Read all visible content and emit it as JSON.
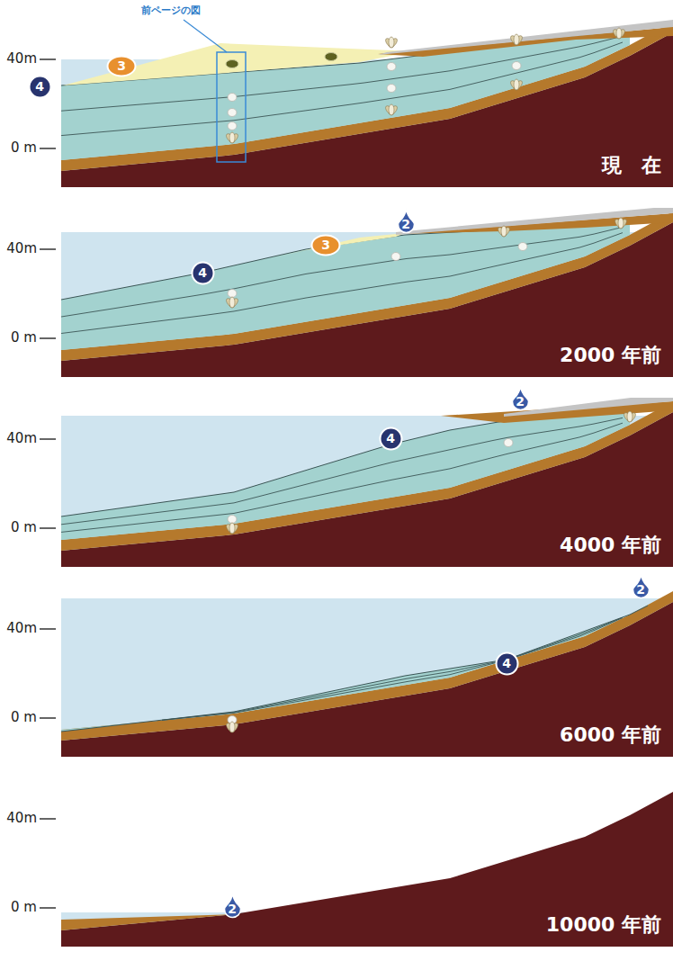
{
  "diagram": {
    "nodes": [
      {
        "text": [
          "3"
        ]
      },
      {
        "text": [
          "4"
        ]
      },
      {
        "text": [
          "2"
        ]
      },
      {
        "text": [
          "3"
        ]
      },
      {
        "text": [
          "4"
        ]
      },
      {
        "text": [
          "2"
        ]
      },
      {
        "text": [
          "4"
        ]
      },
      {
        "text": [
          "2"
        ]
      },
      {
        "text": [
          "4"
        ]
      },
      {
        "text": [
          "2"
        ]
      }
    ],
    "labels": [
      "前ページの図",
      "40m",
      "0 m",
      "現　在",
      "40m",
      "0 m",
      "2000 年前",
      "40m",
      "0 m",
      "4000 年前",
      "40m",
      "0 m",
      "6000 年前",
      "40m",
      "0 m",
      "10000 年前"
    ]
  }
}
